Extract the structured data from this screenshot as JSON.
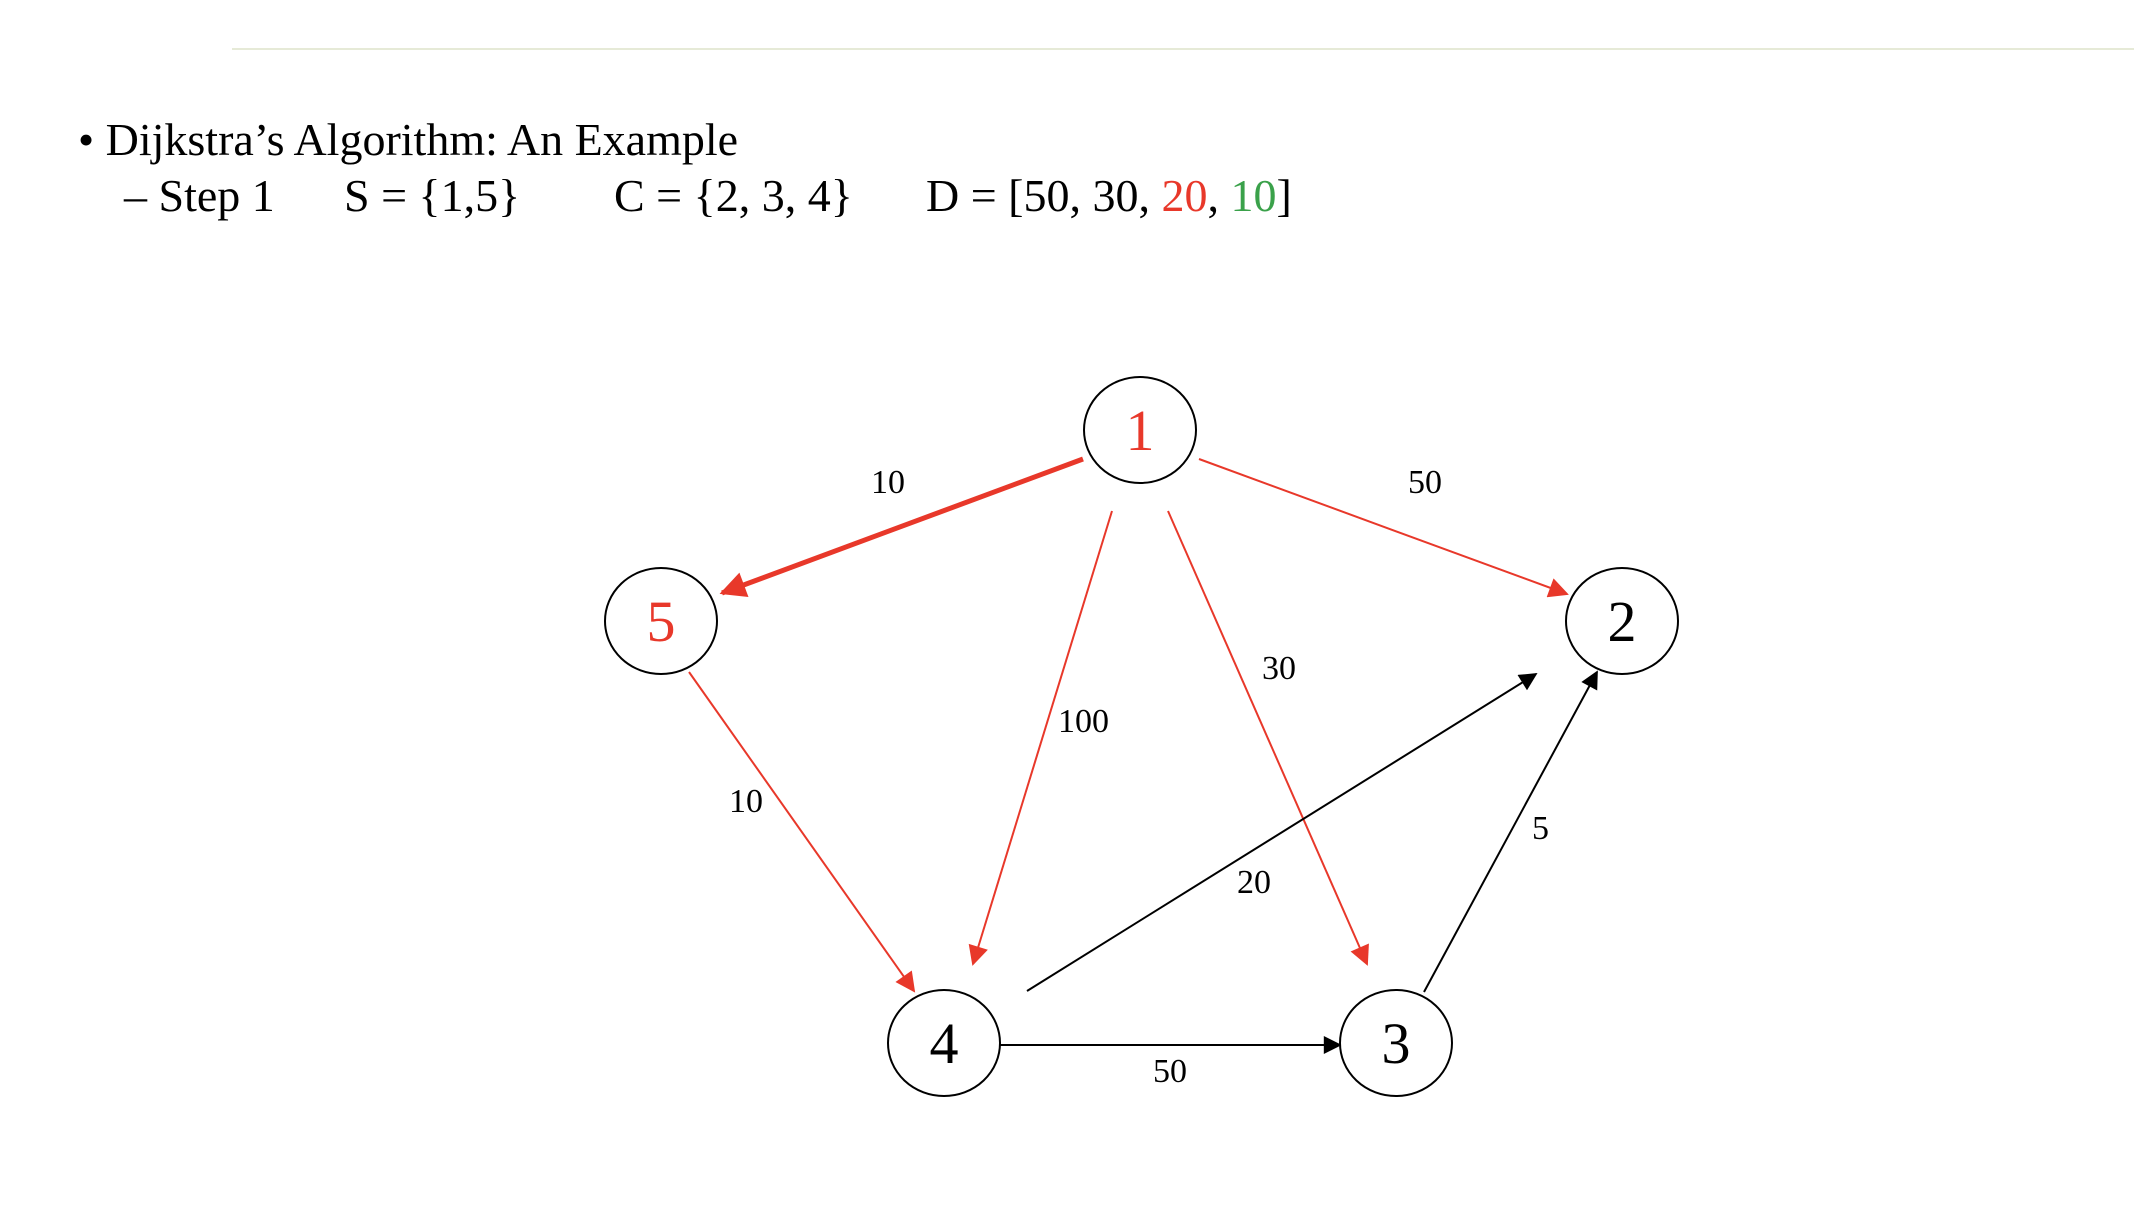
{
  "header": {
    "bullet": "•",
    "title": "Dijkstra’s Algorithm: An Example",
    "step_dash": "–",
    "step_label": "Step 1",
    "s_set": "S = {1,5}",
    "c_set": "C = {2, 3, 4}",
    "d_prefix": "D = [50, 30, ",
    "d_red": "20",
    "d_sep": ", ",
    "d_green": "10",
    "d_suffix": "]"
  },
  "colors": {
    "highlight_red": "#e8382a",
    "highlight_green": "#3aa14a",
    "default": "#000000"
  },
  "graph": {
    "nodes": [
      {
        "id": "1",
        "label": "1",
        "selected": true
      },
      {
        "id": "2",
        "label": "2",
        "selected": false
      },
      {
        "id": "3",
        "label": "3",
        "selected": false
      },
      {
        "id": "4",
        "label": "4",
        "selected": false
      },
      {
        "id": "5",
        "label": "5",
        "selected": true
      }
    ],
    "edges": [
      {
        "from": "1",
        "to": "5",
        "weight": "10",
        "state": "chosen"
      },
      {
        "from": "1",
        "to": "2",
        "weight": "50",
        "state": "relaxed"
      },
      {
        "from": "1",
        "to": "4",
        "weight": "100",
        "state": "relaxed"
      },
      {
        "from": "1",
        "to": "3",
        "weight": "30",
        "state": "relaxed"
      },
      {
        "from": "5",
        "to": "4",
        "weight": "10",
        "state": "relaxed"
      },
      {
        "from": "4",
        "to": "2",
        "weight": "20",
        "state": "normal"
      },
      {
        "from": "3",
        "to": "2",
        "weight": "5",
        "state": "normal"
      },
      {
        "from": "4",
        "to": "3",
        "weight": "50",
        "state": "normal"
      }
    ]
  }
}
